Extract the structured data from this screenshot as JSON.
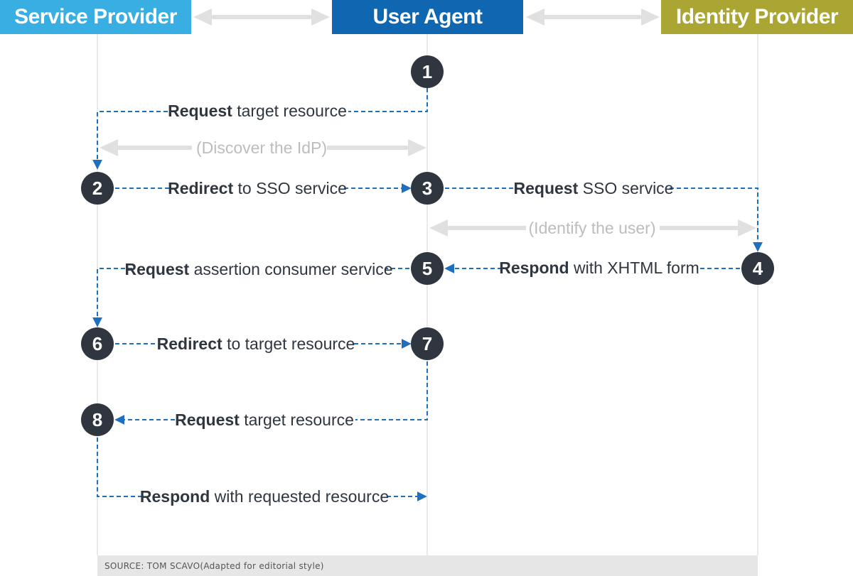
{
  "colors": {
    "service_provider": "#39aee3",
    "user_agent": "#0f67b1",
    "identity_provider": "#aba534",
    "arrow": "#1f6fbf",
    "circle": "#2f3640",
    "text": "#2f3640",
    "muted": "#bdbdbd"
  },
  "headers": {
    "service_provider": "Service Provider",
    "user_agent": "User Agent",
    "identity_provider": "Identity Provider"
  },
  "steps": [
    "1",
    "2",
    "3",
    "4",
    "5",
    "6",
    "7",
    "8"
  ],
  "messages": [
    {
      "bold": "Request",
      "rest": " target resource"
    },
    {
      "bold": "Redirect",
      "rest": " to SSO service"
    },
    {
      "bold": "Request",
      "rest": " SSO service"
    },
    {
      "bold": "Respond",
      "rest": " with XHTML form"
    },
    {
      "bold": "Request",
      "rest": " assertion consumer service"
    },
    {
      "bold": "Redirect",
      "rest": " to target resource"
    },
    {
      "bold": "Request",
      "rest": " target resource"
    },
    {
      "bold": "Respond",
      "rest": " with requested resource"
    }
  ],
  "optional": {
    "discover": "(Discover the IdP)",
    "identify": "(Identify the user)"
  },
  "footer": {
    "source": "SOURCE: TOM SCAVO",
    "note": " (Adapted for editorial style)"
  }
}
